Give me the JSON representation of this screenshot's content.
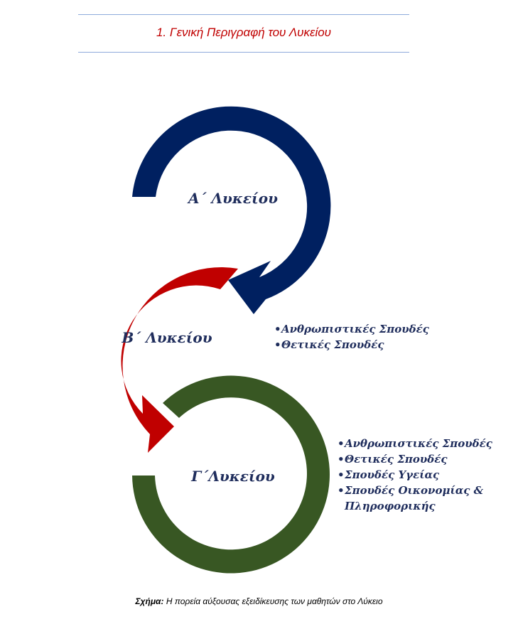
{
  "header": {
    "title": "1. Γενική Περιγραφή του Λυκείου"
  },
  "diagram": {
    "stages": [
      {
        "label": "Α΄ Λυκείου",
        "color": "#002060",
        "items": []
      },
      {
        "label": "Β΄ Λυκείου",
        "color": "#c00000",
        "items": [
          "Ανθρωπιστικές Σπουδές",
          "Θετικές Σπουδές"
        ]
      },
      {
        "label": "Γ΄Λυκείου",
        "color": "#385723",
        "items": [
          "Ανθρωπιστικές Σπουδές",
          "Θετικές Σπουδές",
          "Σπουδές Υγείας",
          "Σπουδές Οικονομίας & Πληροφορικής"
        ]
      }
    ],
    "text_color": "#1f2d5c"
  },
  "caption": {
    "label": "Σχήμα:",
    "text": " Η πορεία αύξουσας εξειδίκευσης των μαθητών στο Λύκειο"
  }
}
